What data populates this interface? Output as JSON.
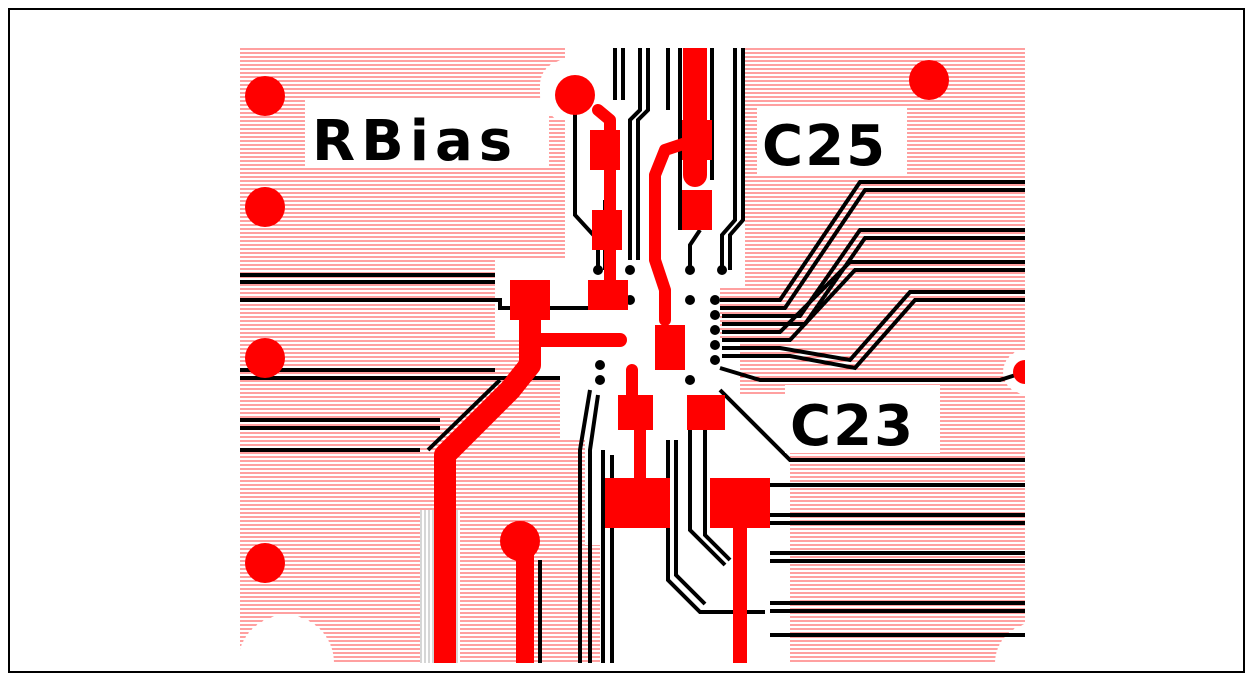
{
  "labels": {
    "rbias": "RBias",
    "c25": "C25",
    "c23": "C23"
  },
  "colors": {
    "copper": "#ff0000",
    "hatch": "#ff3333",
    "trace": "#000000",
    "background": "#ffffff",
    "frame": "#000000"
  }
}
